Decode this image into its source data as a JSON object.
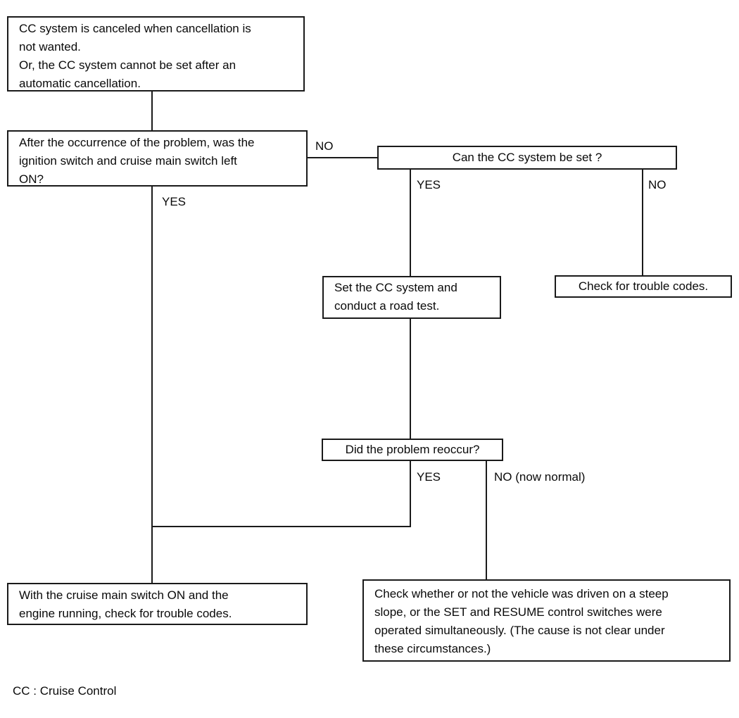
{
  "diagram": {
    "nodes": {
      "problem_statement": {
        "text": "CC system is canceled when cancellation is\nnot wanted.\nOr, the CC system cannot be set after an\nautomatic cancellation."
      },
      "ignition_switch_question": {
        "text": "After the occurrence of the problem, was the\nignition switch and cruise main switch left\nON?"
      },
      "can_cc_be_set_question": {
        "text": "Can the CC system be set ?"
      },
      "road_test": {
        "text": "Set the CC system and\nconduct a road test."
      },
      "check_trouble_codes": {
        "text": "Check for trouble codes."
      },
      "problem_reoccur_question": {
        "text": "Did the problem reoccur?"
      },
      "check_codes_engine_running": {
        "text": "With the cruise main switch ON and the\nengine running, check for trouble codes."
      },
      "steep_slope_check": {
        "text": "Check whether or not the vehicle was driven on a steep\nslope, or the SET and RESUME control switches were\noperated simultaneously. (The cause is not clear under\nthese circumstances.)"
      }
    },
    "branch_labels": {
      "ignition_no": "NO",
      "ignition_yes": "YES",
      "can_set_yes": "YES",
      "can_set_no": "NO",
      "reoccur_yes": "YES",
      "reoccur_no": "NO (now normal)"
    },
    "footer": {
      "abbreviation_note": "CC : Cruise Control"
    },
    "colors": {
      "line": "#1a1a1a",
      "text": "#0a0a0a",
      "background": "#ffffff"
    }
  }
}
